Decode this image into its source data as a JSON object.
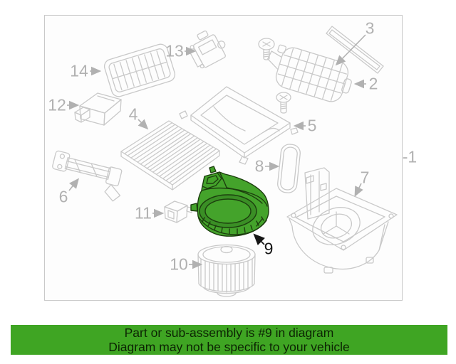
{
  "diagram": {
    "type": "exploded-parts-diagram",
    "subject": "HVAC blower and cabin air filter assembly",
    "highlighted_part": "9",
    "colors": {
      "line": "#c9c9c9",
      "label": "#b1b1b1",
      "border": "#c9c9c9",
      "highlight_fill": "#44a32b",
      "highlight_cavity": "#3a8f25",
      "highlight_outline": "#1c3e0e",
      "highlight_label": "#161616",
      "banner_background": "#3fa523",
      "banner_text": "#0c2403"
    },
    "labels": {
      "l1": "-1",
      "l2": "2",
      "l3": "3",
      "l4": "4",
      "l5": "5",
      "l6": "6",
      "l7": "7",
      "l8": "8",
      "l9": "9",
      "l10": "10",
      "l11": "11",
      "l12": "12",
      "l13": "13",
      "l14": "14"
    }
  },
  "banner": {
    "line1": "Part or sub-assembly is #9 in diagram",
    "line2": "Diagram may not be specific to your vehicle"
  }
}
